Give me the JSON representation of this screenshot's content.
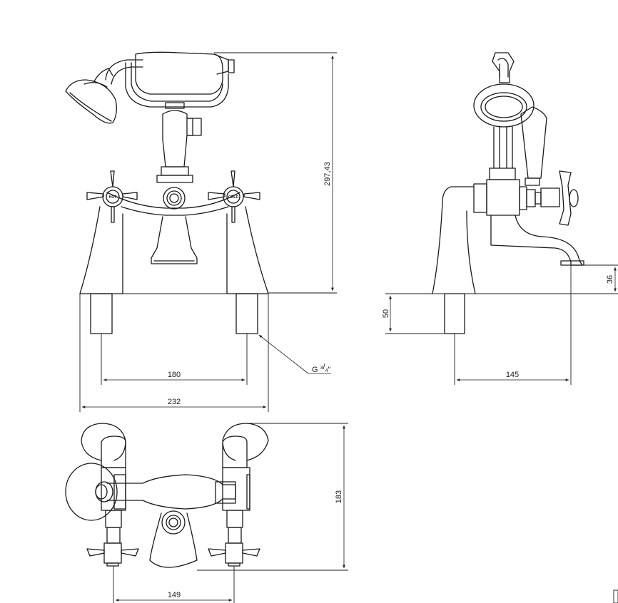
{
  "dimensions": {
    "height_total": "297,43",
    "centers_front": "180",
    "width_overall": "232",
    "thread": "G",
    "thread_num": "3",
    "thread_den": "4",
    "thread_suffix": "\"",
    "base_height": "50",
    "spout_height": "36",
    "depth_side": "145",
    "depth_top": "183",
    "centers_top": "149"
  },
  "handle_labels": {
    "hot": "HOT",
    "cold": "COLD"
  },
  "colors": {
    "line": "#1a1a1a",
    "background": "#ffffff"
  }
}
